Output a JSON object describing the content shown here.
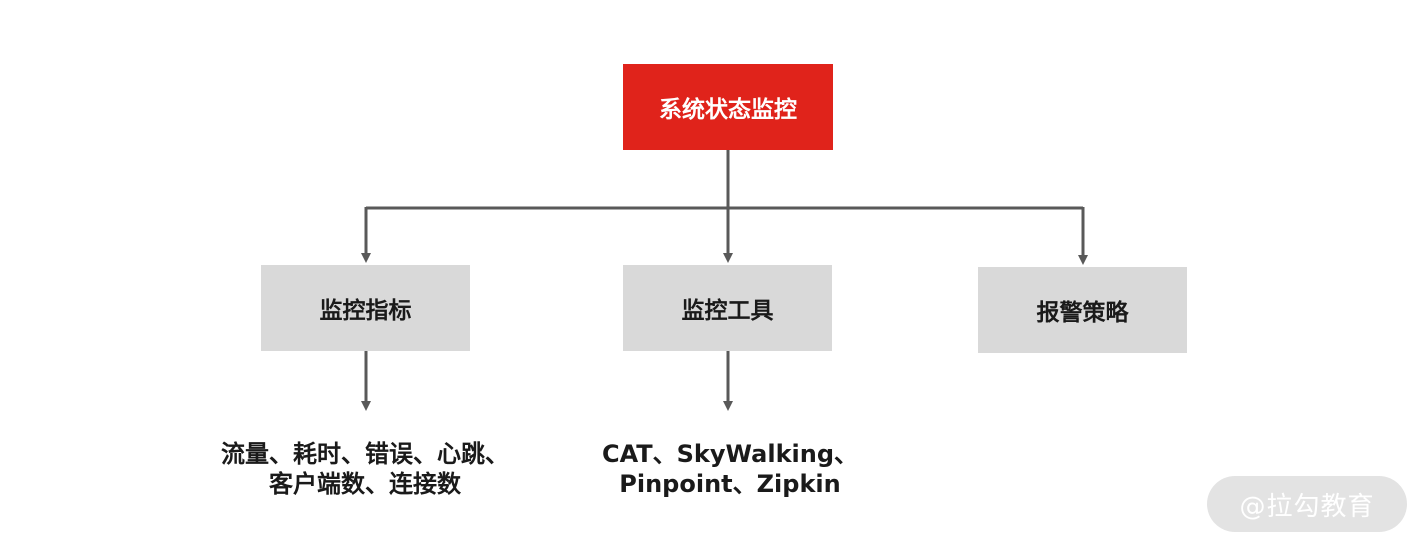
{
  "root": {
    "label": "系统状态监控",
    "color": "#e0231b"
  },
  "children": [
    {
      "label": "监控指标"
    },
    {
      "label": "监控工具"
    },
    {
      "label": "报警策略"
    }
  ],
  "leaves": {
    "metrics": {
      "line1": "流量、耗时、错误、心跳、",
      "line2": "客户端数、连接数"
    },
    "tools": {
      "line1": "CAT、SkyWalking、",
      "line2": "Pinpoint、Zipkin"
    }
  },
  "watermark": "@拉勾教育",
  "colors": {
    "connector": "#595959",
    "child_box": "#d9d9d9"
  }
}
